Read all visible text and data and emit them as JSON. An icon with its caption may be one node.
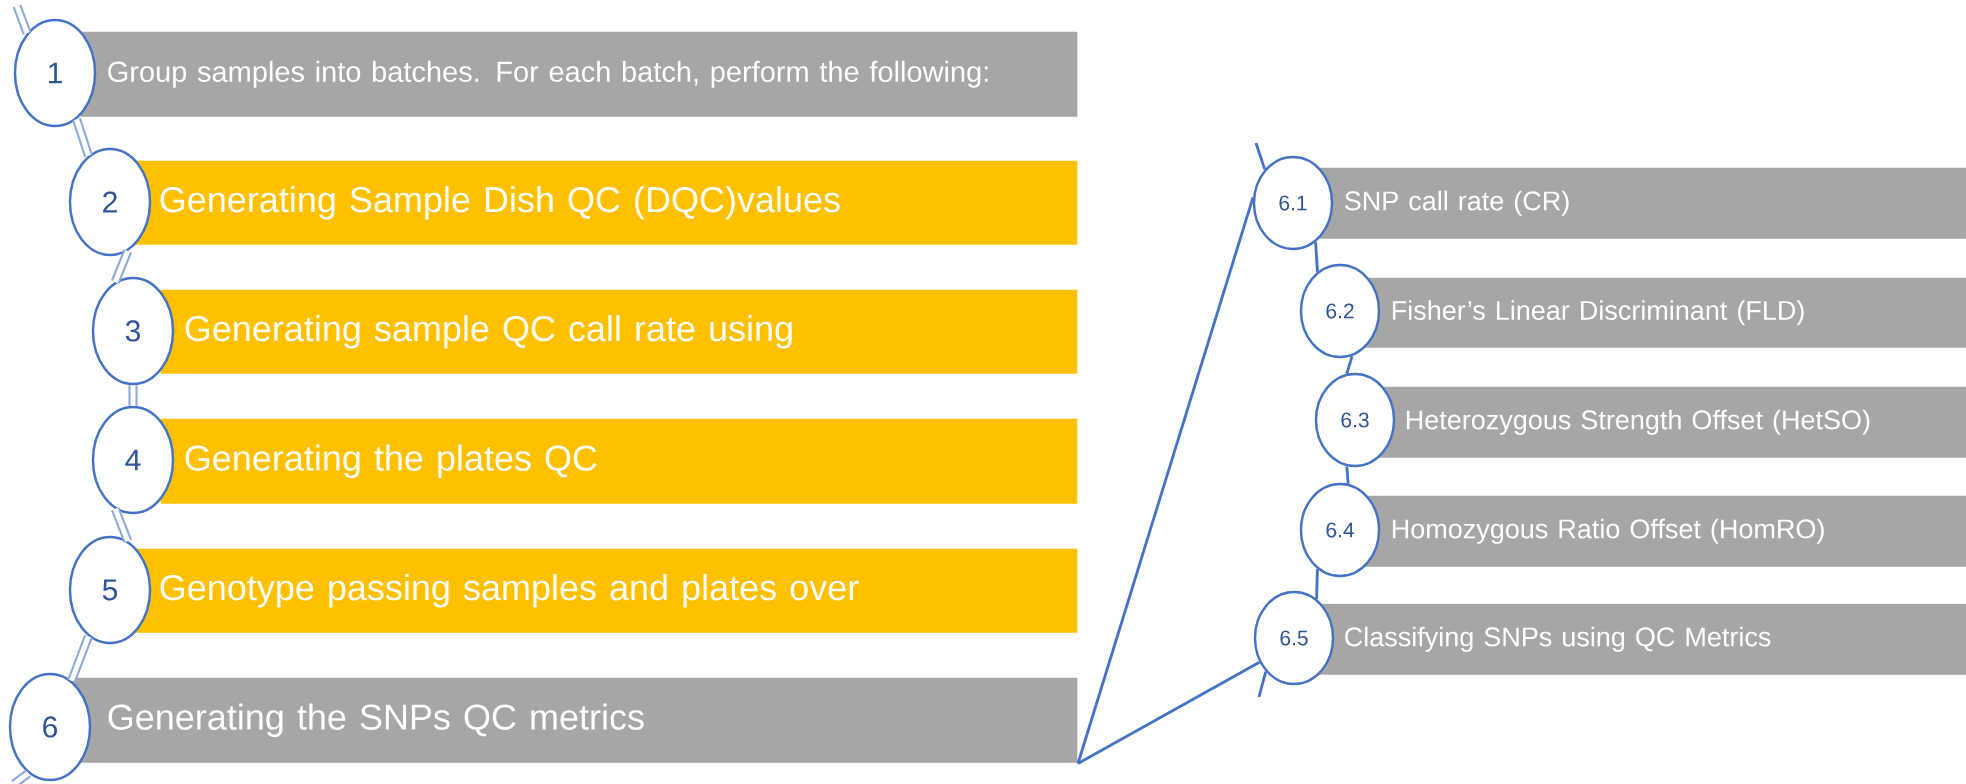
{
  "diagram": {
    "nodes": [
      {
        "text": [
          "1"
        ]
      },
      {
        "text": [
          "Group samples into batches. For each batch, perform the following:"
        ]
      },
      {
        "text": [
          "2"
        ]
      },
      {
        "text": [
          "Generating Sample Dish QC (DQC)values"
        ]
      },
      {
        "text": [
          "3"
        ]
      },
      {
        "text": [
          "Generating sample QC call rate using"
        ]
      },
      {
        "text": [
          "4"
        ]
      },
      {
        "text": [
          "Generating the plates QC"
        ]
      },
      {
        "text": [
          "5"
        ]
      },
      {
        "text": [
          "Genotype passing samples and plates over"
        ]
      },
      {
        "text": [
          "6"
        ]
      },
      {
        "text": [
          "Generating the SNPs QC metrics"
        ]
      },
      {
        "text": [
          "6.1"
        ]
      },
      {
        "text": [
          "SNP call rate (CR)"
        ]
      },
      {
        "text": [
          "6.2"
        ]
      },
      {
        "text": [
          "Fisher’s Linear Discriminant (FLD)"
        ]
      },
      {
        "text": [
          "6.3"
        ]
      },
      {
        "text": [
          "Heterozygous Strength Offset (HetSO)"
        ]
      },
      {
        "text": [
          "6.4"
        ]
      },
      {
        "text": [
          "Homozygous Ratio Offset (HomRO)"
        ]
      },
      {
        "text": [
          "6.5"
        ]
      },
      {
        "text": [
          "Classifying SNPs using QC Metrics"
        ]
      }
    ],
    "edges": [
      {
        "from": 0,
        "to": 2,
        "arrow": "none",
        "style": "thick"
      },
      {
        "from": 2,
        "to": 4,
        "arrow": "none",
        "style": "thick"
      },
      {
        "from": 4,
        "to": 6,
        "arrow": "none",
        "style": "thick"
      },
      {
        "from": 6,
        "to": 8,
        "arrow": "none",
        "style": "thick"
      },
      {
        "from": 8,
        "to": 10,
        "arrow": "none",
        "style": "thick"
      },
      {
        "from": null,
        "to": 0,
        "arrow": "none",
        "style": "thick"
      },
      {
        "from": 10,
        "to": null,
        "arrow": "none",
        "style": "thick"
      },
      {
        "from": 11,
        "to": 12,
        "arrow": "none"
      },
      {
        "from": 11,
        "to": 20,
        "arrow": "none"
      },
      {
        "from": 12,
        "to": 14,
        "arrow": "none"
      },
      {
        "from": 14,
        "to": 16,
        "arrow": "none"
      },
      {
        "from": 16,
        "to": 18,
        "arrow": "none"
      },
      {
        "from": 18,
        "to": 20,
        "arrow": "none"
      },
      {
        "from": null,
        "to": 12,
        "arrow": "none"
      },
      {
        "from": 20,
        "to": null,
        "arrow": "none"
      }
    ]
  }
}
